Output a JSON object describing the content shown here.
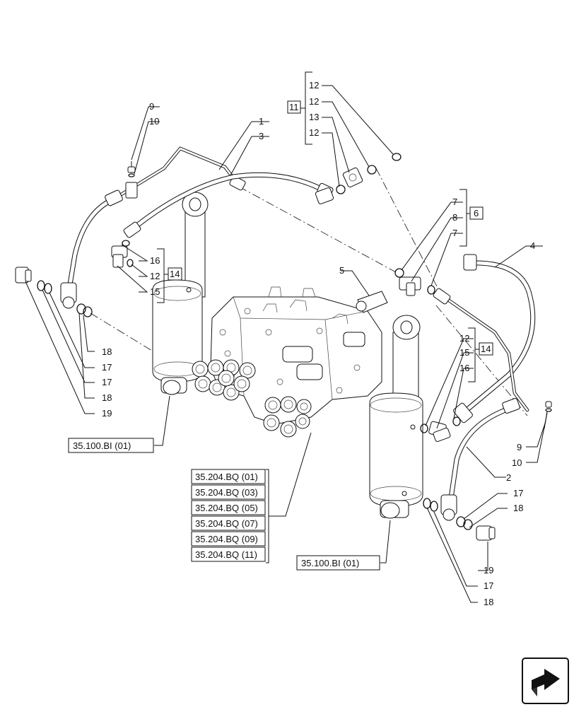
{
  "callouts": {
    "c1": "1",
    "c2": "2",
    "c3": "3",
    "c4": "4",
    "c5": "5",
    "c9a": "9",
    "c10a": "10",
    "c9b": "9",
    "c10b": "10",
    "c12a": "12",
    "c12b": "12",
    "c13": "13",
    "c12c": "12",
    "c7a": "7",
    "c8": "8",
    "c7b": "7",
    "c16a": "16",
    "c12d": "12",
    "c15a": "15",
    "c12e": "12",
    "c15b": "15",
    "c16b": "16",
    "c18a": "18",
    "c17a": "17",
    "c17b": "17",
    "c18b": "18",
    "c19a": "19",
    "c17c": "17",
    "c18c": "18",
    "c19b": "19",
    "c17d": "17",
    "c18d": "18"
  },
  "kit_boxes": {
    "k11": "11",
    "k6": "6",
    "k14a": "14",
    "k14b": "14"
  },
  "references": {
    "cyl_left": "35.100.BI (01)",
    "cyl_right": "35.100.BI (01)",
    "valve_refs": [
      "35.204.BQ (01)",
      "35.204.BQ (03)",
      "35.204.BQ (05)",
      "35.204.BQ (07)",
      "35.204.BQ (09)",
      "35.204.BQ (11)"
    ]
  },
  "icons": {
    "nav": "next-page-arrow-icon"
  }
}
